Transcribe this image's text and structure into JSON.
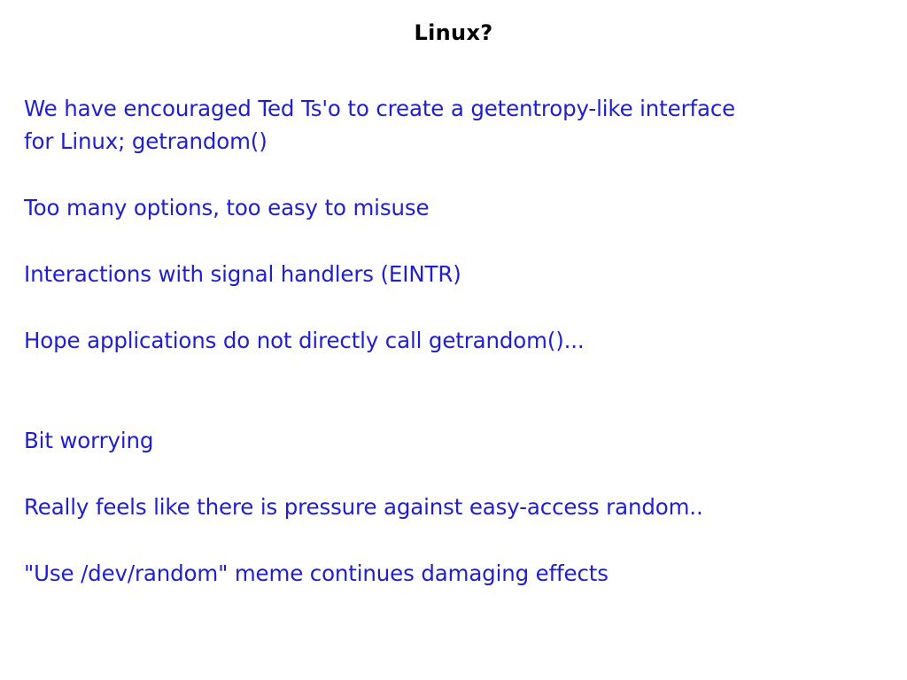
{
  "slide": {
    "title": "Linux?",
    "title_color": "#000000",
    "body_color": "#1f1fcc",
    "background_color": "#ffffff",
    "paragraphs": [
      {
        "id": "p1",
        "lines": [
          "We have encouraged Ted Ts'o to create a getentropy-like interface",
          "for Linux; getrandom()"
        ],
        "text": "We have encouraged Ted Ts'o to create a getentropy-like interface\nfor Linux; getrandom()"
      },
      {
        "id": "p2",
        "lines": [
          "Too many options, too easy to misuse"
        ],
        "text": "Too many options, too easy to misuse"
      },
      {
        "id": "p3",
        "lines": [
          "Interactions with signal handlers (EINTR)"
        ],
        "text": "Interactions with signal handlers (EINTR)"
      },
      {
        "id": "p4",
        "lines": [
          "Hope applications do not directly call getrandom()..."
        ],
        "text": "Hope applications do not directly call getrandom()..."
      },
      {
        "id": "p5",
        "lines": [
          "Bit worrying"
        ],
        "text": "Bit worrying"
      },
      {
        "id": "p6",
        "lines": [
          "Really feels like there is pressure against easy-access random.."
        ],
        "text": "Really feels like there is pressure against easy-access random.."
      },
      {
        "id": "p7",
        "lines": [
          "\"Use /dev/random\" meme continues damaging effects"
        ],
        "text": "\"Use /dev/random\" meme continues damaging effects"
      }
    ]
  }
}
